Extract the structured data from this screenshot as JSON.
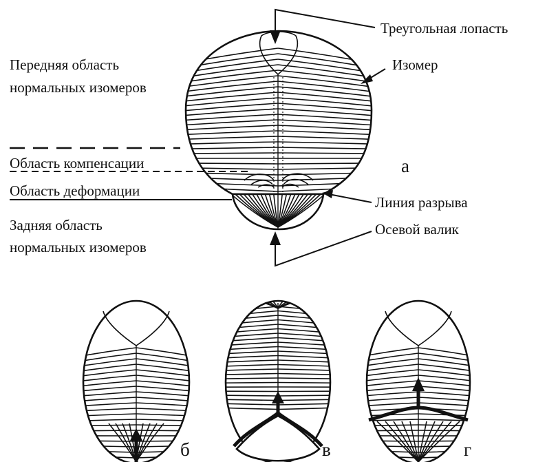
{
  "labels": {
    "triangular_lobe": "Треугольная лопасть",
    "isomer": "Изомер",
    "anterior_line1": "Передняя область",
    "anterior_line2": "нормальных изомеров",
    "compensation": "Область компенсации",
    "deformation": "Область деформации",
    "posterior_line1": "Задняя область",
    "posterior_line2": "нормальных изомеров",
    "rupture_line": "Линия разрыва",
    "axial_ridge": "Осевой валик"
  },
  "panel_letters": {
    "a": "а",
    "b": "б",
    "v": "в",
    "g": "г"
  }
}
